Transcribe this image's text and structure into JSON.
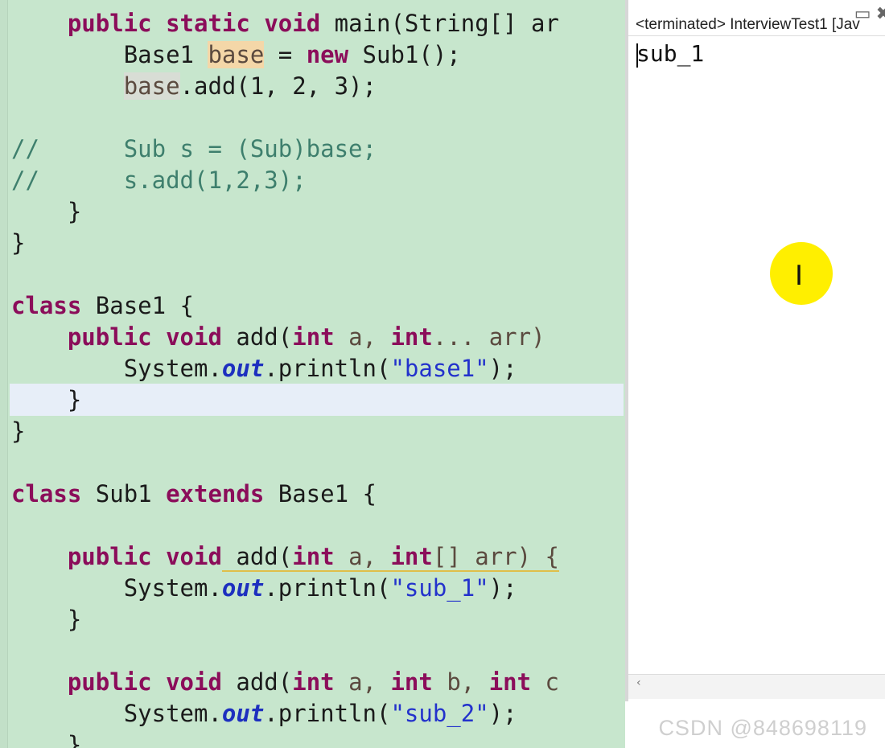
{
  "editor": {
    "lines": [
      {
        "type": "main_sig",
        "parts": [
          "public",
          "static",
          "void",
          "main(String[] ar"
        ]
      },
      {
        "parts": [
          "Base1 ",
          "base",
          " = ",
          "new",
          " Sub1();"
        ]
      },
      {
        "parts": [
          "base",
          ".add(1, 2, 3);"
        ]
      },
      {
        "parts": [
          "//",
          "Sub s = (Sub)base;"
        ]
      },
      {
        "parts": [
          "//",
          "s.add(1,2,3);"
        ]
      },
      {
        "parts": [
          "}"
        ]
      },
      {
        "parts": [
          "}"
        ]
      },
      {
        "parts": [
          "class",
          " Base1 {"
        ]
      },
      {
        "parts": [
          "public",
          "void",
          " add(",
          "int",
          " a, ",
          "int",
          "... arr)"
        ]
      },
      {
        "parts": [
          "System.",
          "out",
          ".println(",
          "\"base1\"",
          ");"
        ]
      },
      {
        "parts": [
          "}"
        ]
      },
      {
        "parts": [
          "}"
        ]
      },
      {
        "parts": [
          "class",
          " Sub1 ",
          "extends",
          " Base1 {"
        ]
      },
      {
        "parts": [
          "public",
          "void",
          " add(",
          "int",
          " a, ",
          "int",
          "[] arr) {"
        ]
      },
      {
        "parts": [
          "System.",
          "out",
          ".println(",
          "\"sub_1\"",
          ");"
        ]
      },
      {
        "parts": [
          "}"
        ]
      },
      {
        "parts": [
          "public",
          "void",
          " add(",
          "int",
          " a, ",
          "int",
          " b, ",
          "int",
          " c"
        ]
      },
      {
        "parts": [
          "System.",
          "out",
          ".println(",
          "\"sub_2\"",
          ");"
        ]
      },
      {
        "parts": [
          "}"
        ]
      }
    ]
  },
  "console": {
    "header": "<terminated> InterviewTest1 [Jav",
    "output": "sub_1",
    "minimize_icon": "minimize-icon",
    "close_icon": "close-icon",
    "scroll_left_icon": "chevron-left-icon",
    "cursor_icon": "text-cursor-icon"
  },
  "watermark": "CSDN @848698119",
  "colors": {
    "editor_bg": "#c7e6cd",
    "keyword": "#8b0d5a",
    "comment": "#3e7f6d",
    "string": "#2332cc",
    "field": "#1d2fbf",
    "current_line": "#e7eef8",
    "cursor_highlight": "#ffef00"
  }
}
